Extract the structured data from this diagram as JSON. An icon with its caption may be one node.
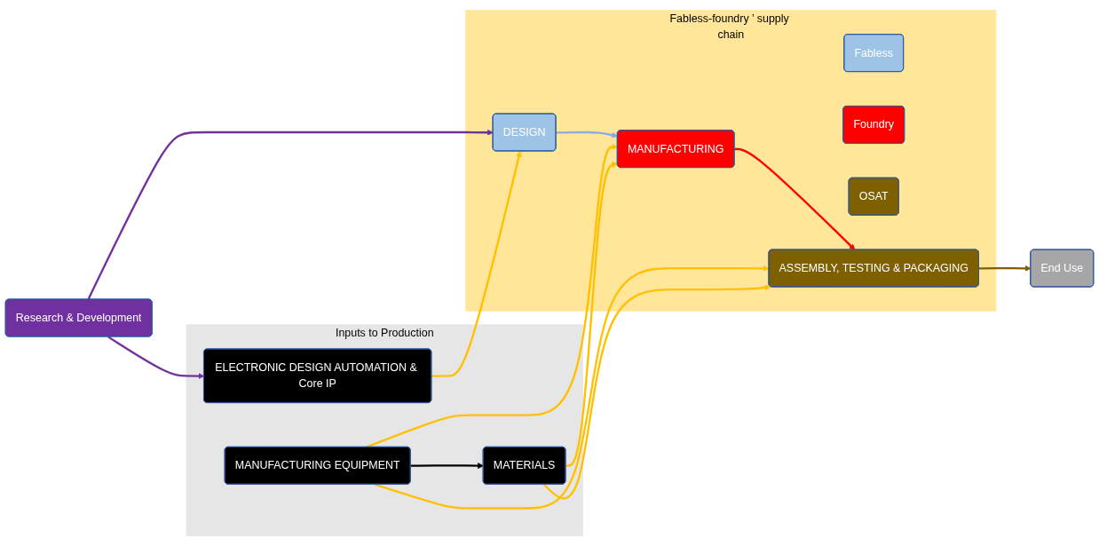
{
  "diagram": {
    "nodes": [
      {
        "text": [
          "Fabless-foundry ’ supply chain"
        ]
      },
      {
        "text": [
          "Fabless"
        ],
        "in": 0
      },
      {
        "text": [
          "Foundry"
        ],
        "in": 0
      },
      {
        "text": [
          "OSAT"
        ],
        "in": 0
      },
      {
        "text": [
          "DESIGN"
        ],
        "in": 0
      },
      {
        "text": [
          "MANUFACTURING"
        ],
        "in": 0
      },
      {
        "text": [
          "ASSEMBLY, TESTING & PACKAGING"
        ],
        "in": 0
      },
      {
        "text": [
          "Research & Development"
        ]
      },
      {
        "text": [
          "End Use"
        ]
      },
      {
        "text": [
          "Inputs to Production"
        ]
      },
      {
        "text": [
          "ELECTRONIC DESIGN AUTOMATION & Core IP"
        ],
        "in": 9
      },
      {
        "text": [
          "MANUFACTURING EQUIPMENT"
        ],
        "in": 9
      },
      {
        "text": [
          "MATERIALS"
        ],
        "in": 9
      }
    ],
    "edges": [
      {
        "from": 7,
        "to": 4,
        "arrow": "to",
        "color": "#7030a0"
      },
      {
        "from": 7,
        "to": 10,
        "arrow": "to",
        "color": "#7030a0"
      },
      {
        "from": 4,
        "to": 5,
        "arrow": "to",
        "color": "#8faadc"
      },
      {
        "from": 5,
        "to": 6,
        "arrow": "to",
        "color": "#ff0000"
      },
      {
        "from": 6,
        "to": 8,
        "arrow": "to",
        "color": "#7f6000"
      },
      {
        "from": 10,
        "to": 4,
        "arrow": "to"
      },
      {
        "from": 11,
        "to": 5,
        "arrow": "to"
      },
      {
        "from": 11,
        "to": 6,
        "arrow": "to"
      },
      {
        "from": 12,
        "to": 5,
        "arrow": "to"
      },
      {
        "from": 12,
        "to": 6,
        "arrow": "to"
      },
      {
        "from": 11,
        "to": 12,
        "arrow": "to",
        "color": "#000000"
      }
    ]
  }
}
